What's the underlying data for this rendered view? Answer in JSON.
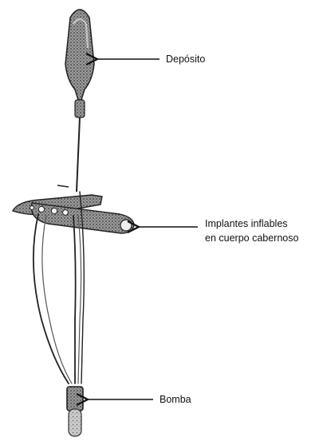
{
  "diagram": {
    "labels": {
      "reservoir": "Depósito",
      "implants_line1": "Implantes inflables",
      "implants_line2": "en cuerpo cabernoso",
      "pump": "Bomba"
    }
  }
}
